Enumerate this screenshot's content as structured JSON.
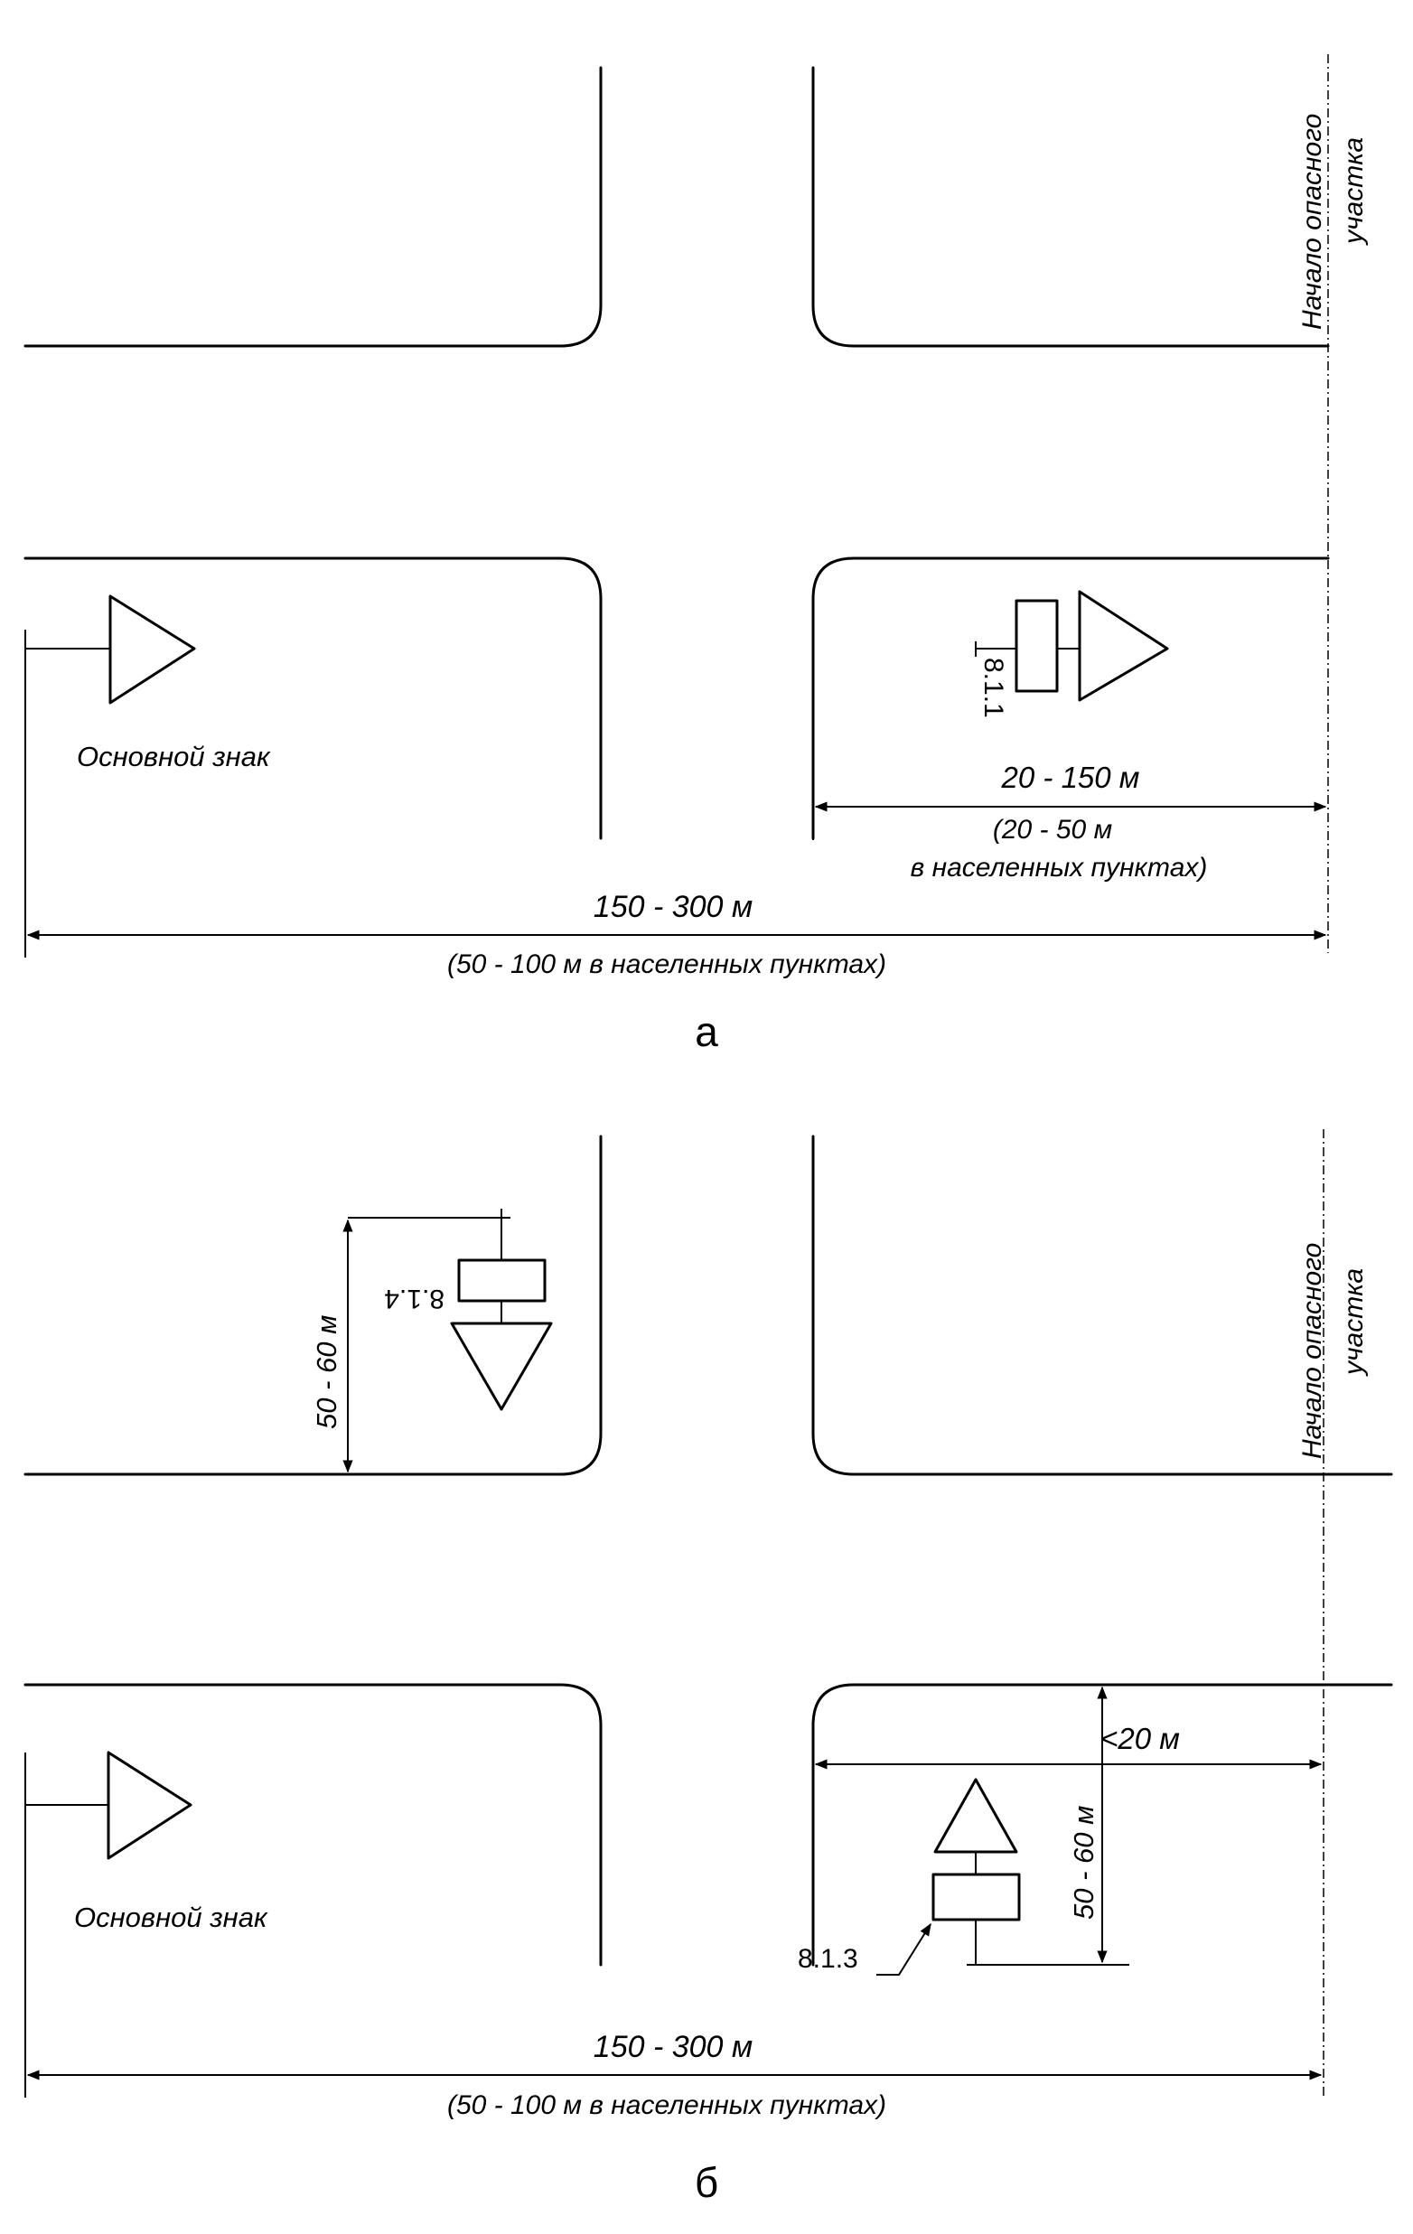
{
  "diagram_a": {
    "panel_label": "а",
    "hazard_start_label_line1": "Начало опасного",
    "hazard_start_label_line2": "участка",
    "main_sign_label": "Основной знак",
    "plate_code": "8.1.1",
    "near_distance": "20 - 150 м",
    "near_distance_note_line1": "(20 - 50 м",
    "near_distance_note_line2": "в населенных пунктах)",
    "total_distance": "150 - 300 м",
    "total_distance_note": "(50 - 100 м в населенных пунктах)"
  },
  "diagram_b": {
    "panel_label": "б",
    "hazard_start_label_line1": "Начало опасного",
    "hazard_start_label_line2": "участка",
    "main_sign_label": "Основной знак",
    "plate_code_upper": "8.1.4",
    "plate_code_lower": "8.1.3",
    "side_distance_upper": "50 - 60 м",
    "side_distance_lower": "50 - 60 м",
    "near_distance": "<20 м",
    "total_distance": "150 - 300 м",
    "total_distance_note": "(50 - 100 м в населенных пунктах)"
  }
}
